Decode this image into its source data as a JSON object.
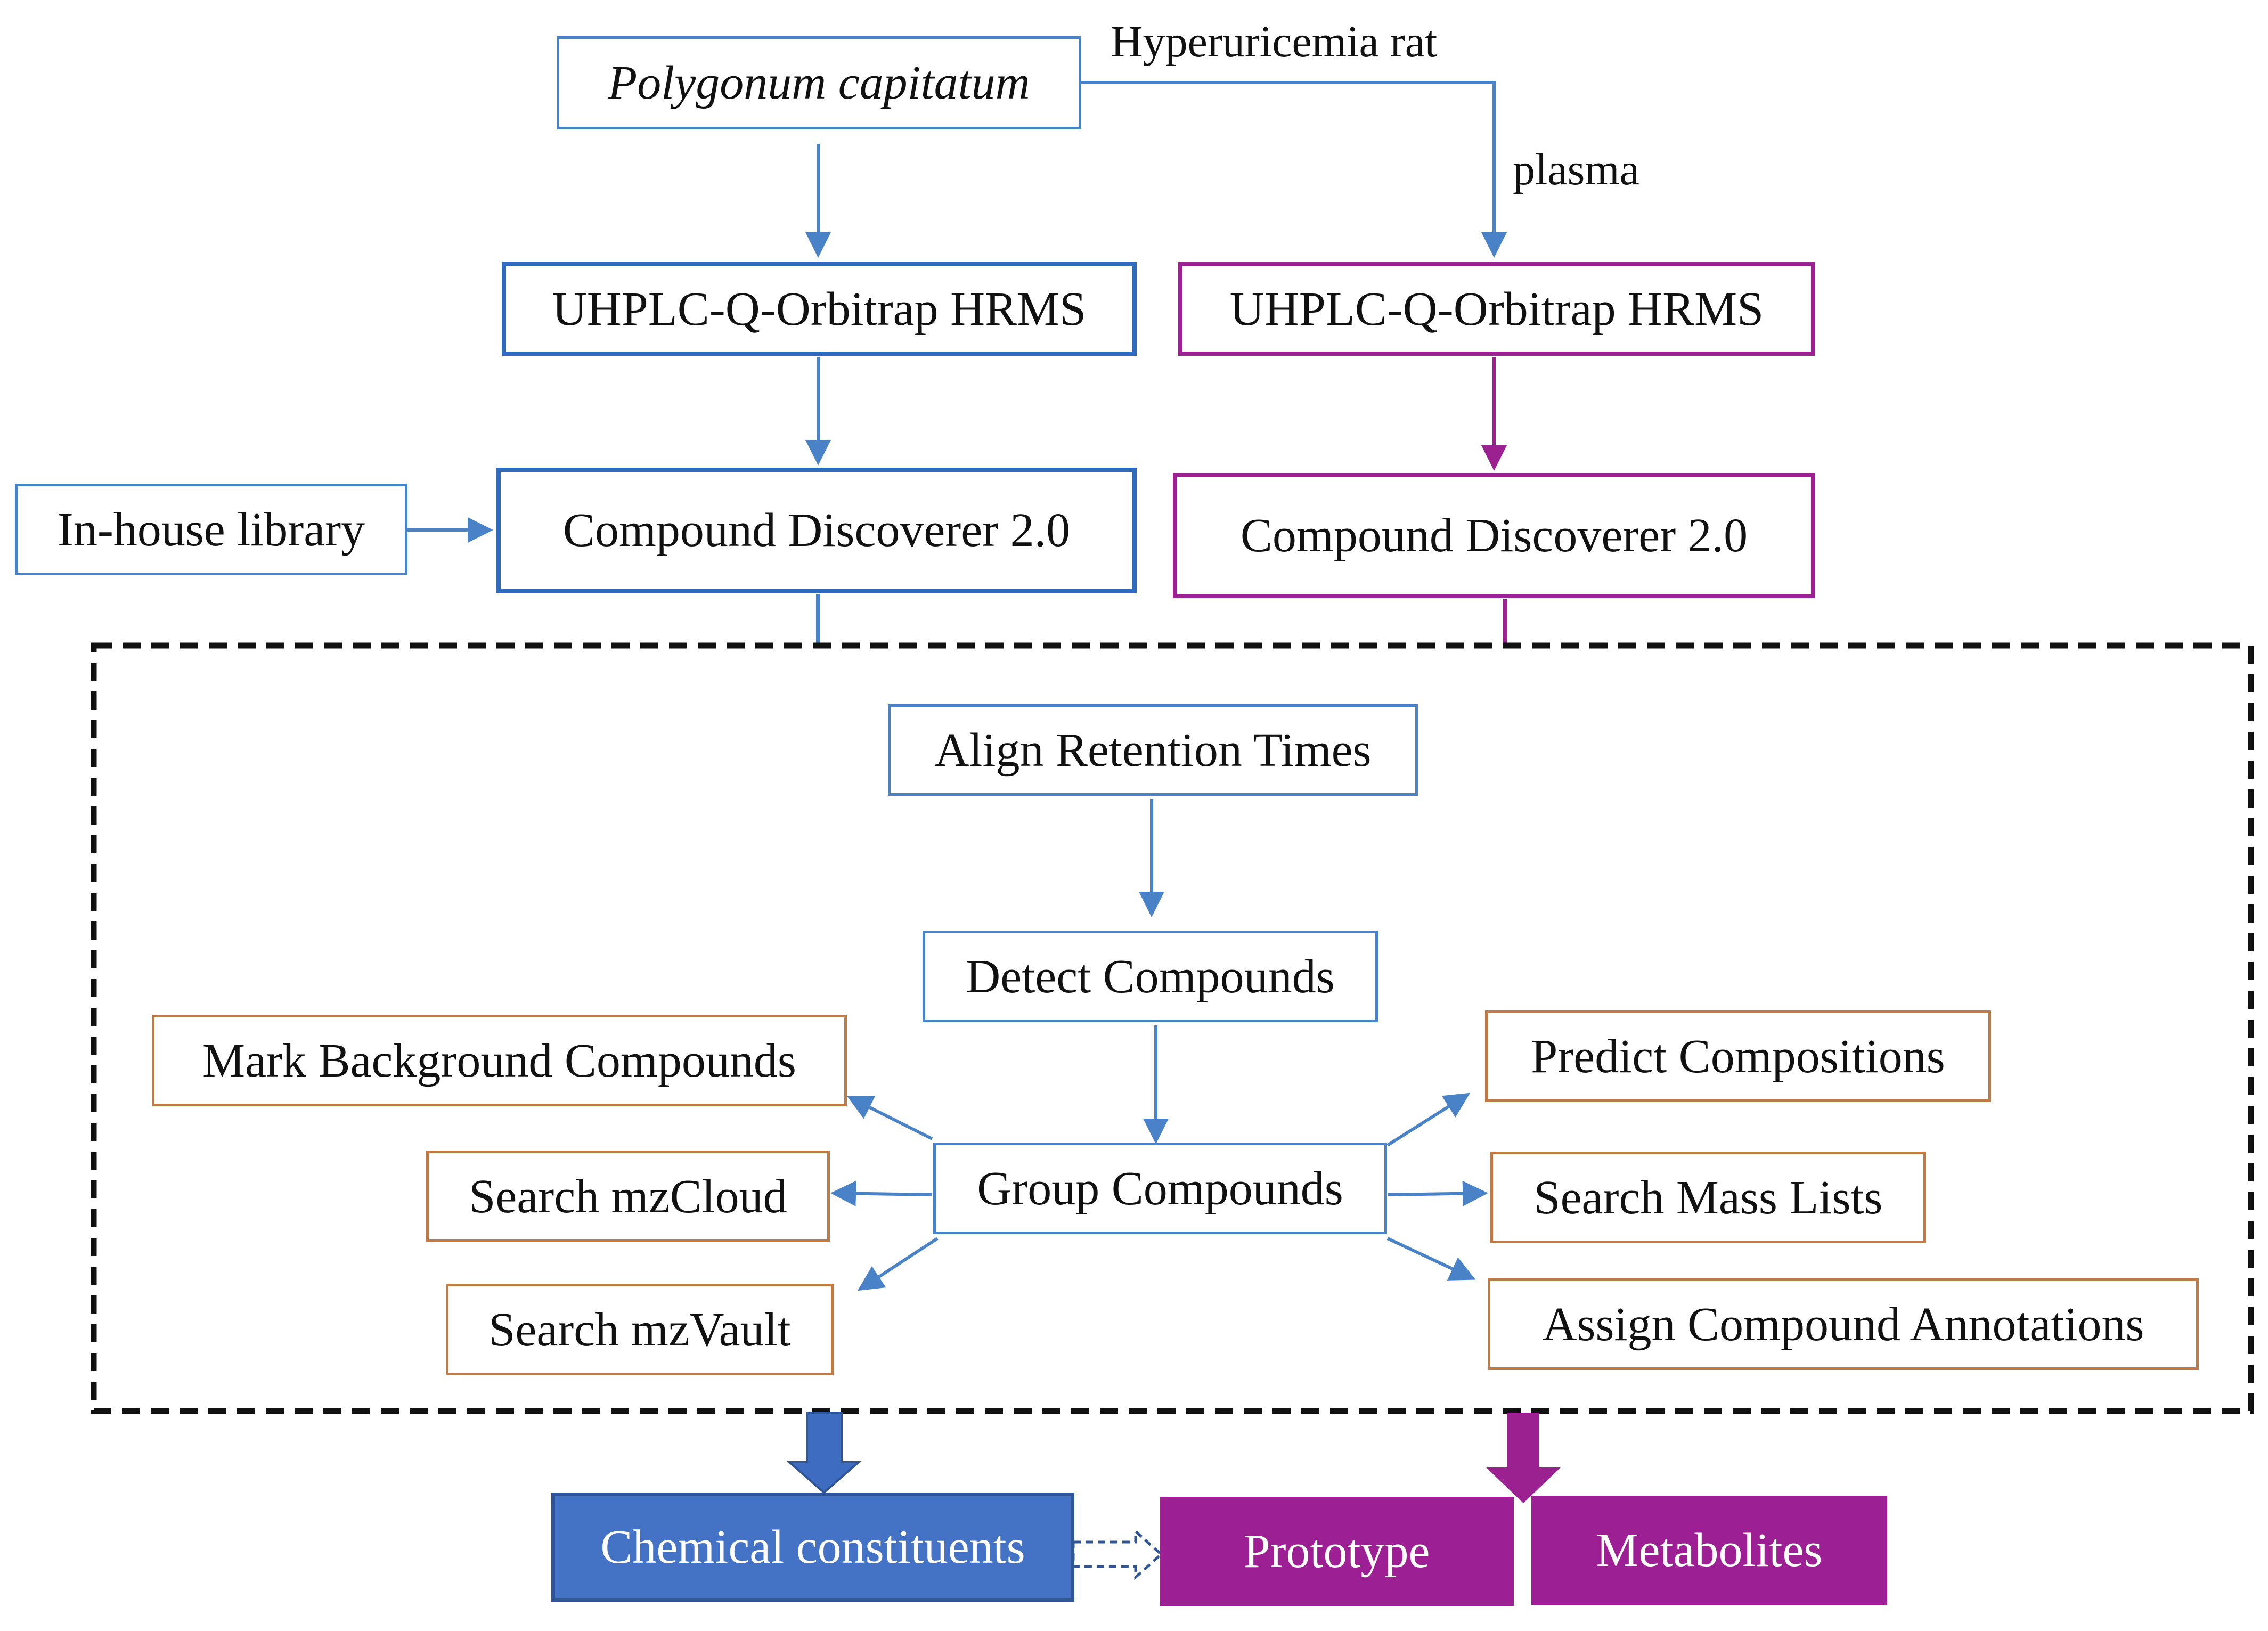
{
  "source": {
    "label": "Polygonum capitatum"
  },
  "animal": {
    "label": "Hyperuricemia rat",
    "sample": "plasma"
  },
  "left_column": {
    "instrument": "UHPLC-Q-Orbitrap HRMS",
    "software": "Compound Discoverer 2.0",
    "library": "In-house library"
  },
  "right_column": {
    "instrument": "UHPLC-Q-Orbitrap HRMS",
    "software": "Compound Discoverer 2.0"
  },
  "workflow": {
    "align": "Align Retention Times",
    "detect": "Detect Compounds",
    "group": "Group Compounds",
    "left_steps": [
      "Mark Background Compounds",
      "Search mzCloud",
      "Search mzVault"
    ],
    "right_steps": [
      "Predict Compositions",
      "Search Mass Lists",
      "Assign Compound Annotations"
    ]
  },
  "outputs": {
    "chemical": "Chemical constituents",
    "prototype": "Prototype",
    "metabolites": "Metabolites"
  },
  "colors": {
    "blue_line": "#4a82c8",
    "blue_box": "#2e6bbf",
    "purple": "#9b2090",
    "orange_border": "#c07a45",
    "blue_fill": "#4472c4"
  }
}
